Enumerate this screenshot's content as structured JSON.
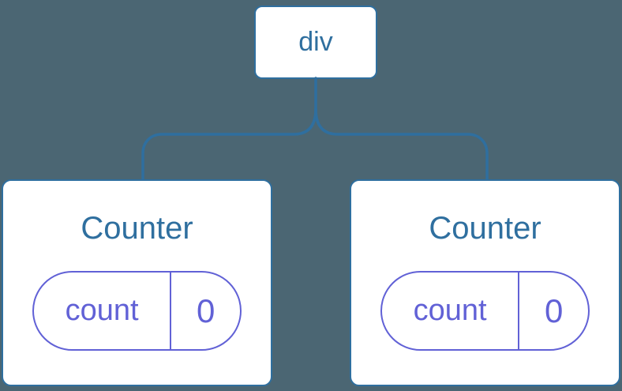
{
  "colors": {
    "bg": "#4b6673",
    "blue": "#2f6f9f",
    "purple": "#6161d6",
    "node-bg": "#ffffff"
  },
  "tree": {
    "root": {
      "label": "div"
    },
    "children": [
      {
        "title": "Counter",
        "state": {
          "name": "count",
          "value": "0"
        }
      },
      {
        "title": "Counter",
        "state": {
          "name": "count",
          "value": "0"
        }
      }
    ]
  }
}
